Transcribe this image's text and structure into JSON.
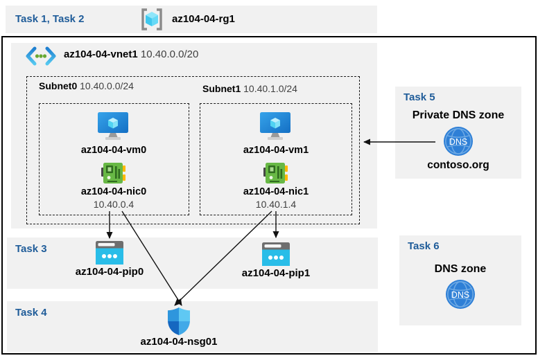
{
  "colors": {
    "accent_blue": "#1f5c99",
    "panel_gray": "#f1f1f1",
    "frame_border": "#000000",
    "vm_blue": "#1b84d8",
    "nic_green": "#68b845",
    "pip_cyan": "#29bde8",
    "nsg_blue": "#2e96dd",
    "dns_blue": "#2e7fd6",
    "rg_cyan": "#50d6f2",
    "vnet_dot_green": "#67a832"
  },
  "header": {
    "tasks_label": "Task 1, Task 2",
    "resource_group": "az104-04-rg1"
  },
  "vnet": {
    "name": "az104-04-vnet1",
    "cidr": "10.40.0.0/20",
    "subnets": [
      {
        "name": "Subnet0",
        "cidr": "10.40.0.0/24",
        "vm_name": "az104-04-vm0",
        "nic_name": "az104-04-nic0",
        "nic_ip": "10.40.0.4"
      },
      {
        "name": "Subnet1",
        "cidr": "10.40.1.0/24",
        "vm_name": "az104-04-vm1",
        "nic_name": "az104-04-nic1",
        "nic_ip": "10.40.1.4"
      }
    ]
  },
  "task3": {
    "label": "Task 3",
    "pip0": "az104-04-pip0",
    "pip1": "az104-04-pip1"
  },
  "task4": {
    "label": "Task 4",
    "nsg_name": "az104-04-nsg01"
  },
  "task5": {
    "label": "Task 5",
    "title": "Private DNS zone",
    "zone_name": "contoso.org",
    "dns_badge": "DNS"
  },
  "task6": {
    "label": "Task 6",
    "title": "DNS zone",
    "dns_badge": "DNS"
  }
}
